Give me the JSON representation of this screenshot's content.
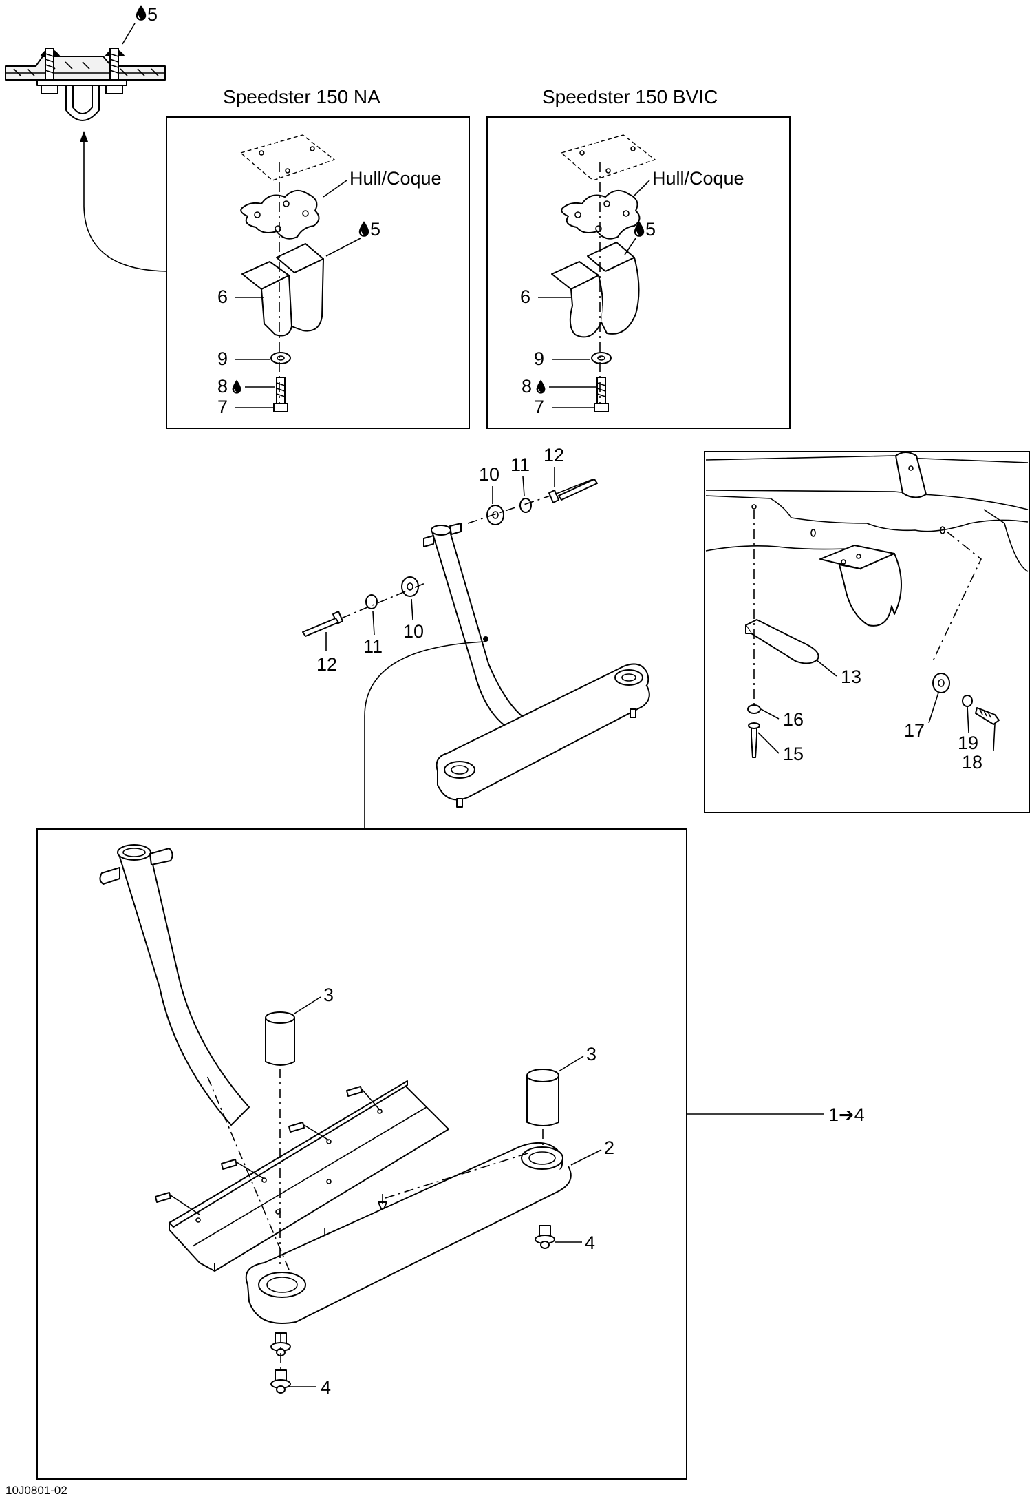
{
  "panels": {
    "na_title": "Speedster 150 NA",
    "bvic_title": "Speedster 150 BVIC"
  },
  "labels": {
    "hull": "Hull/Coque",
    "p1_4": "1➔4",
    "p2": "2",
    "p3": "3",
    "p4": "4",
    "p5": "5",
    "p6": "6",
    "p7": "7",
    "p8": "8",
    "p9": "9",
    "p10": "10",
    "p11": "11",
    "p12": "12",
    "p13": "13",
    "p15": "15",
    "p16": "16",
    "p17": "17",
    "p18": "18",
    "p19": "19"
  },
  "footer": {
    "reference": "10J0801-02"
  },
  "icons": {
    "adhesive": "drop-icon"
  }
}
